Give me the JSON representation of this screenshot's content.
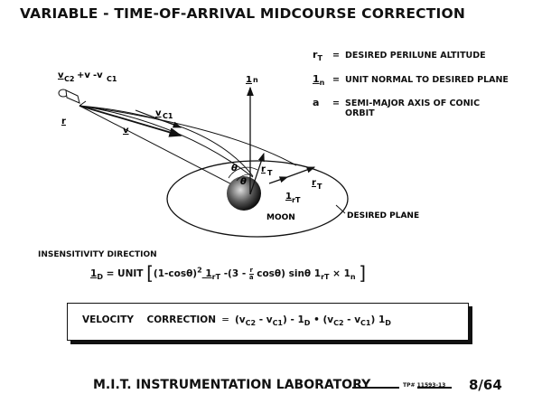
{
  "title": "VARIABLE - TIME-OF-ARRIVAL MIDCOURSE CORRECTION",
  "legend": [
    {
      "symbol": "r",
      "sub": "T",
      "text": "DESIRED PERILUNE ALTITUDE"
    },
    {
      "symbol": "1",
      "sub": "n",
      "text": "UNIT NORMAL TO DESIRED PLANE"
    },
    {
      "symbol": "a",
      "sub": "",
      "text": "SEMI-MAJOR AXIS OF CONIC",
      "text2": "ORBIT"
    }
  ],
  "diagram": {
    "vc2_label": "v",
    "vc2_sub": "C2",
    "plus_v": "+v",
    "minus_vc1": "-v",
    "vc1_sub": "C1",
    "r_label": "r",
    "v_label": "v",
    "vc1_label": "v",
    "vc1_label_sub": "C1",
    "n_label": "1",
    "n_sub": "n",
    "theta1": "θ",
    "theta2": "θ",
    "rt_prime": "r",
    "rt_prime_sub": "T",
    "rt_label": "r",
    "rt_sub": "T",
    "irt_label": "1",
    "irt_sub": "rT",
    "moon": "MOON",
    "plane": "DESIRED PLANE"
  },
  "insensitivity": {
    "heading": "INSENSITIVITY DIRECTION",
    "lhs": "1",
    "lhs_sub": "D",
    "eq": " = UNIT ",
    "t1": "(1-cosθ)",
    "t1_sup": "2",
    "t2": " 1",
    "t2_sub": "rT",
    "t3": " -(3 - ",
    "frac_num": "r",
    "frac_den": "a",
    "t4": " cosθ) sinθ  1",
    "t4_sub": "rT",
    "t5": " × 1",
    "t5_sub": "n"
  },
  "velocity_correction": {
    "label": "VELOCITY    CORRECTION  ═  ",
    "a1": "(v",
    "a1_sub": "C2",
    "a2": " - v",
    "a2_sub": "C1",
    "a3": ") - 1",
    "a3_sub": "D",
    "a4": " • (v",
    "a4_sub": "C2",
    "a5": " - v",
    "a5_sub": "C1",
    "a6": ") 1",
    "a6_sub": "D"
  },
  "footer": {
    "lab": "M.I.T. INSTRUMENTATION LABORATORY",
    "tp": "TP# 11593-13",
    "page": "8/64"
  }
}
